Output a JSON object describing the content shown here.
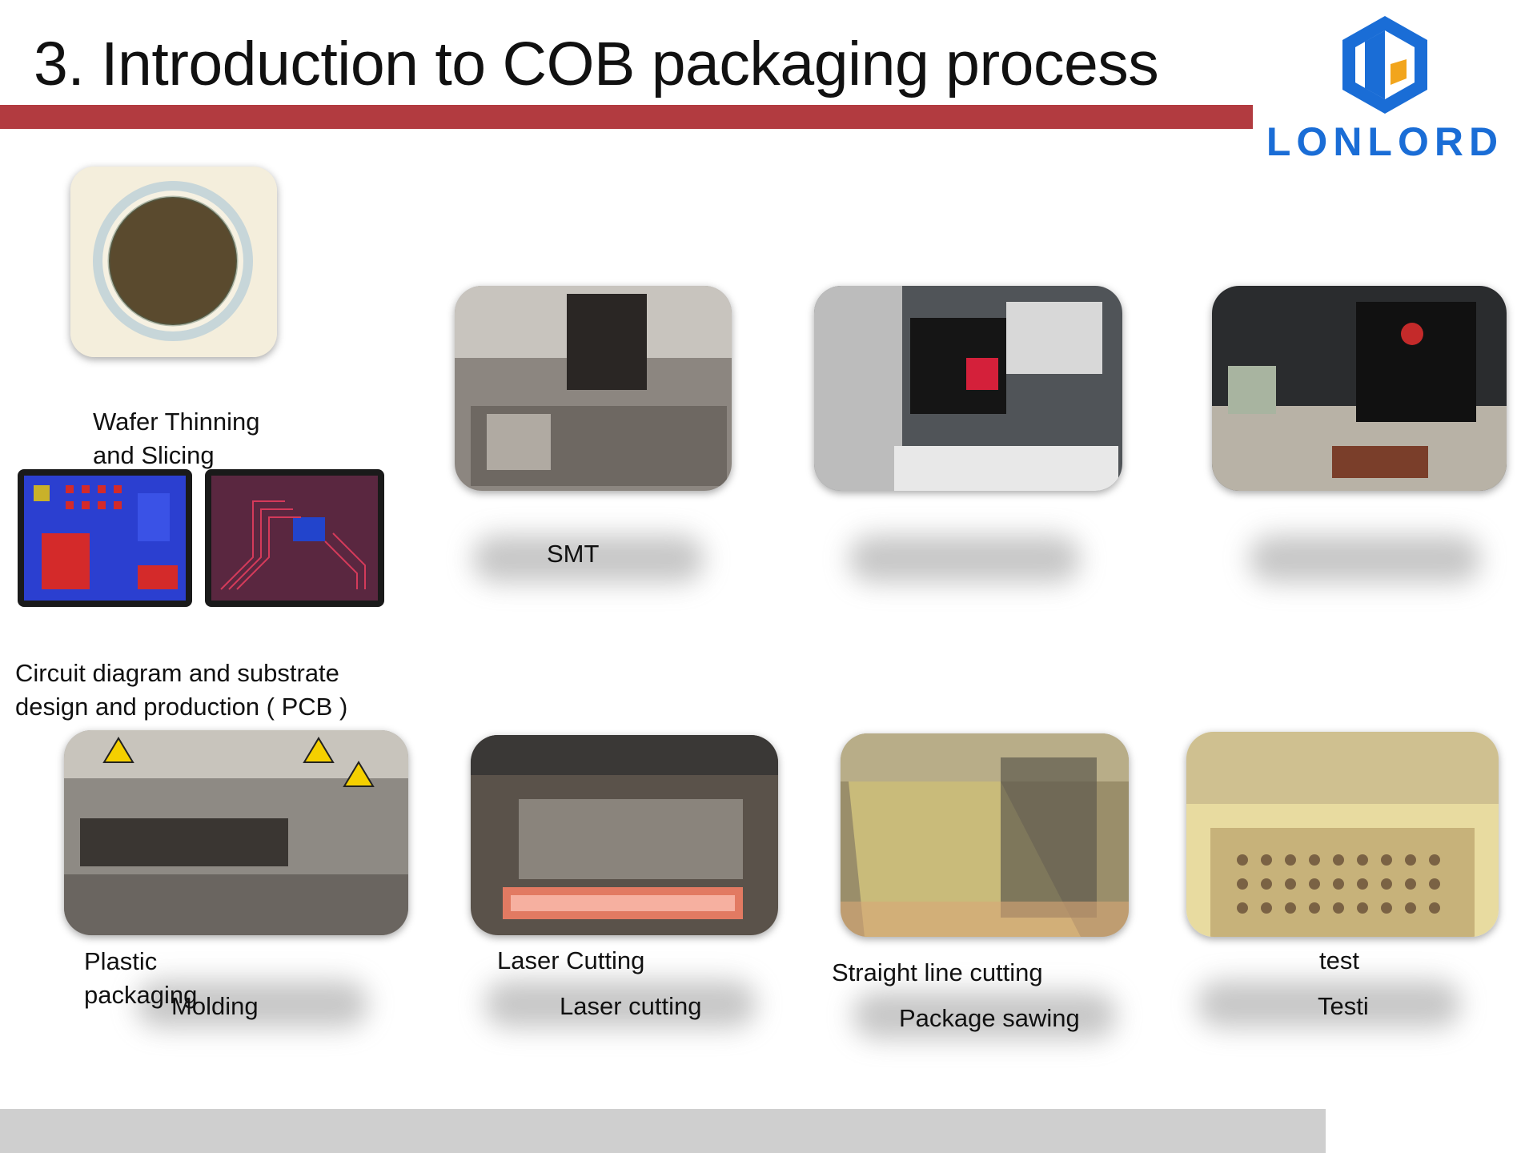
{
  "slide": {
    "title": "3. Introduction to COB packaging process",
    "brand": "LONLORD",
    "accent_color": "#b23b40",
    "brand_color": "#1a6dd6"
  },
  "steps": {
    "wafer": {
      "label_line1": "Wafer Thinning",
      "label_line2": "and Slicing"
    },
    "pcb": {
      "label_line1": "Circuit diagram and substrate",
      "label_line2": "design and production ( PCB )"
    },
    "smt": {
      "label": "SMT"
    },
    "plastic": {
      "label_line1": "Plastic",
      "label_line2": "packaging",
      "overlay_label": "Molding"
    },
    "laser": {
      "label": "Laser Cutting",
      "overlay_label": "Laser cutting"
    },
    "straight": {
      "label": "Straight line cutting",
      "overlay_label": "Package sawing"
    },
    "test": {
      "label": "test",
      "overlay_label": "Testi"
    }
  }
}
